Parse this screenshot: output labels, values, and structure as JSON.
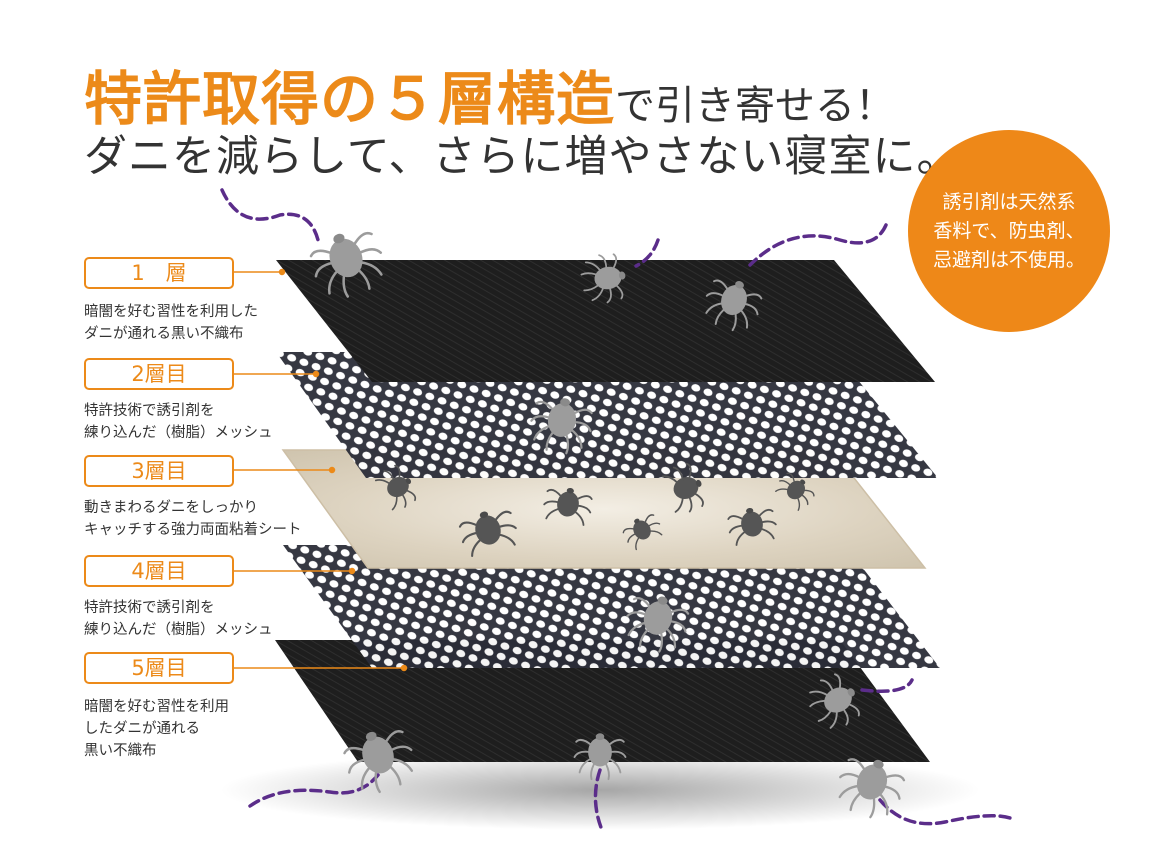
{
  "headline": {
    "highlight": "特許取得の５層構造",
    "rest": "で引き寄せる！",
    "subline": "ダニを減らして、さらに増やさない寝室に。"
  },
  "badge": {
    "lines": [
      "誘引剤は天然系",
      "香料で、防虫剤、",
      "忌避剤は不使用。"
    ]
  },
  "layers": [
    {
      "label": "1　層",
      "desc": [
        "暗闇を好む習性を利用した",
        "ダニが通れる黒い不織布"
      ]
    },
    {
      "label": "2層目",
      "desc": [
        "特許技術で誘引剤を",
        "練り込んだ（樹脂）メッシュ"
      ]
    },
    {
      "label": "3層目",
      "desc": [
        "動きまわるダニをしっかり",
        "キャッチする強力両面粘着シート"
      ]
    },
    {
      "label": "4層目",
      "desc": [
        "特許技術で誘引剤を",
        "練り込んだ（樹脂）メッシュ"
      ]
    },
    {
      "label": "5層目",
      "desc": [
        "暗闇を好む習性を利用",
        "したダニが通れる",
        "黒い不織布"
      ]
    }
  ],
  "colors": {
    "accent": "#ec8a19",
    "trail": "#5b2d8a",
    "fabric": "#1c1c1c",
    "sheet": "#ddd3c0",
    "mite": "#a8a8a8"
  }
}
